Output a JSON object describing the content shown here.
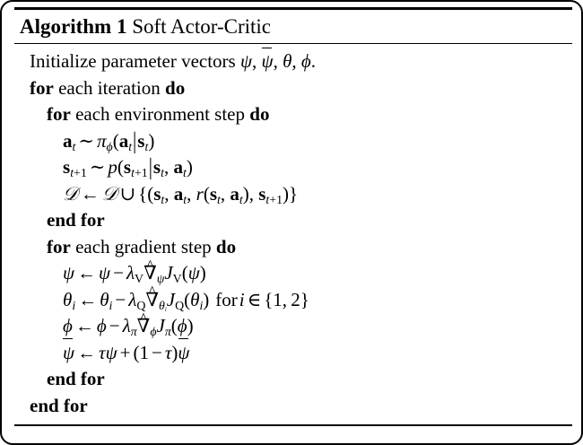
{
  "figure": {
    "kind": "algorithm-block",
    "frame_color": "#000000",
    "background_color": "#ffffff",
    "text_color": "#000000"
  },
  "algorithm": {
    "label": "Algorithm 1",
    "name": "Soft Actor-Critic",
    "lines": [
      {
        "id": "init",
        "indent": 1,
        "text": "Initialize parameter vectors ψ, ψ̄, θ, φ."
      },
      {
        "id": "for-iteration",
        "indent": 1,
        "text": "for each iteration do"
      },
      {
        "id": "for-env-step",
        "indent": 2,
        "text": "for each environment step do"
      },
      {
        "id": "sample-action",
        "indent": 3,
        "text": "a_t ~ π_φ(a_t|s_t)"
      },
      {
        "id": "sample-next-state",
        "indent": 3,
        "text": "s_{t+1} ~ p(s_{t+1}|s_t, a_t)"
      },
      {
        "id": "append-replay-buffer",
        "indent": 3,
        "text": "D ← D ∪ {(s_t, a_t, r(s_t, a_t), s_{t+1})}"
      },
      {
        "id": "end-for-env-step",
        "indent": 2,
        "text": "end for"
      },
      {
        "id": "for-gradient-step",
        "indent": 2,
        "text": "for each gradient step do"
      },
      {
        "id": "update-psi",
        "indent": 3,
        "text": "ψ ← ψ − λ_V ∇̂_ψ J_V(ψ)"
      },
      {
        "id": "update-theta",
        "indent": 3,
        "text": "θ_i ← θ_i − λ_Q ∇̂_{θ_i} J_Q(θ_i) for i ∈ {1, 2}"
      },
      {
        "id": "update-phi",
        "indent": 3,
        "text": "φ ← φ − λ_π ∇̂_φ J_π(φ)"
      },
      {
        "id": "update-psi-bar",
        "indent": 3,
        "text": "ψ̄ ← τψ + (1 − τ)ψ̄"
      },
      {
        "id": "end-for-gradient-step",
        "indent": 2,
        "text": "end for"
      },
      {
        "id": "end-for-iteration",
        "indent": 1,
        "text": "end for"
      }
    ],
    "keywords": {
      "for": "for",
      "do": "do",
      "end_for": "end for",
      "each_iteration": "each iteration",
      "each_environment_step": "each environment step",
      "each_gradient_step": "each gradient step",
      "initialize_prefix": "Initialize parameter vectors",
      "for_word": "for"
    },
    "symbols": {
      "psi": "ψ",
      "psi_bar": "ψ̄",
      "theta": "θ",
      "phi": "φ",
      "pi": "π",
      "lambda": "λ",
      "tau": "τ",
      "nabla": "∇",
      "nabla_hat": "∇̂",
      "script_d": "𝒟",
      "arrow_left": "←",
      "tilde": "∼",
      "union": "∪",
      "element_of": "∈",
      "minus": "−",
      "plus": "+",
      "comma": ",",
      "period": ".",
      "set_one_two": "{1, 2}",
      "index_i": "i",
      "index_t": "t",
      "t_plus_1": "t+1",
      "J": "J",
      "V": "V",
      "Q": "Q",
      "r": "r",
      "p": "p",
      "a": "a",
      "s": "s"
    }
  }
}
